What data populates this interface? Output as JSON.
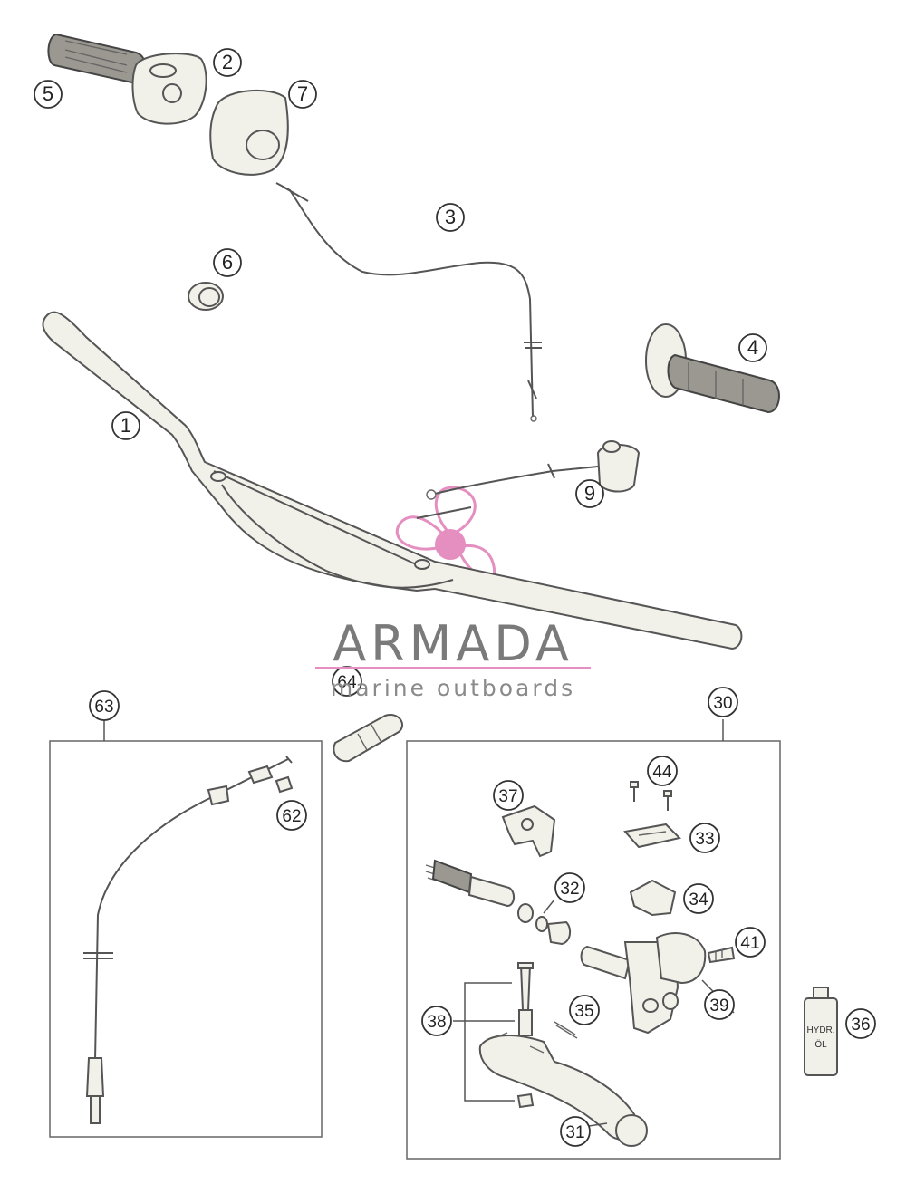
{
  "watermark": {
    "brand": "ARMADA",
    "tagline": "marine outboards",
    "logo_color": "#e58fc0"
  },
  "callouts": [
    {
      "id": "5",
      "label": "5"
    },
    {
      "id": "2",
      "label": "2"
    },
    {
      "id": "7",
      "label": "7"
    },
    {
      "id": "3",
      "label": "3"
    },
    {
      "id": "6",
      "label": "6"
    },
    {
      "id": "4",
      "label": "4"
    },
    {
      "id": "1",
      "label": "1"
    },
    {
      "id": "9",
      "label": "9"
    },
    {
      "id": "64",
      "label": "64"
    },
    {
      "id": "63",
      "label": "63"
    },
    {
      "id": "62",
      "label": "62"
    },
    {
      "id": "30",
      "label": "30"
    },
    {
      "id": "44",
      "label": "44"
    },
    {
      "id": "37",
      "label": "37"
    },
    {
      "id": "33",
      "label": "33"
    },
    {
      "id": "32",
      "label": "32"
    },
    {
      "id": "34",
      "label": "34"
    },
    {
      "id": "41",
      "label": "41"
    },
    {
      "id": "39",
      "label": "39"
    },
    {
      "id": "38",
      "label": "38"
    },
    {
      "id": "35",
      "label": "35"
    },
    {
      "id": "36",
      "label": "36"
    },
    {
      "id": "31",
      "label": "31"
    }
  ],
  "bottle_label": {
    "line1": "HYDR.",
    "line2": "ÖL"
  }
}
